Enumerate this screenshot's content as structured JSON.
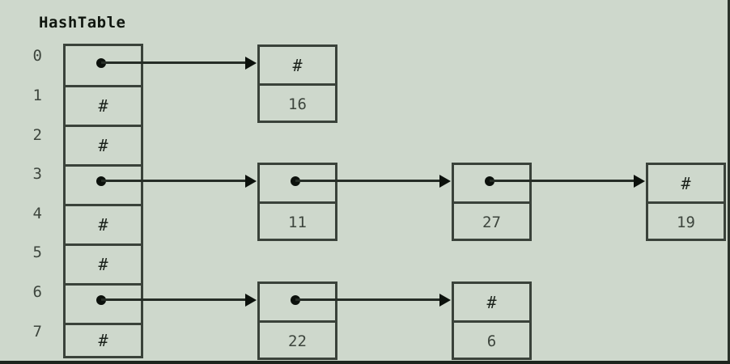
{
  "title": "HashTable",
  "colors": {
    "background": "#ced8cc",
    "line": "#3a423a",
    "text": "#3d453d",
    "pointer": "#0c110c"
  },
  "hash_table": {
    "null_glyph": "#",
    "buckets": [
      {
        "index": "0",
        "kind": "pointer"
      },
      {
        "index": "1",
        "kind": "null",
        "value": "#"
      },
      {
        "index": "2",
        "kind": "null",
        "value": "#"
      },
      {
        "index": "3",
        "kind": "pointer"
      },
      {
        "index": "4",
        "kind": "null",
        "value": "#"
      },
      {
        "index": "5",
        "kind": "null",
        "value": "#"
      },
      {
        "index": "6",
        "kind": "pointer"
      },
      {
        "index": "7",
        "kind": "null",
        "value": "#"
      }
    ]
  },
  "chains": [
    {
      "bucket": "0",
      "nodes": [
        {
          "next": "#",
          "value": "16"
        }
      ]
    },
    {
      "bucket": "3",
      "nodes": [
        {
          "next": "pointer",
          "value": "11"
        },
        {
          "next": "pointer",
          "value": "27"
        },
        {
          "next": "#",
          "value": "19"
        }
      ]
    },
    {
      "bucket": "6",
      "nodes": [
        {
          "next": "pointer",
          "value": "22"
        },
        {
          "next": "#",
          "value": "6"
        }
      ]
    }
  ]
}
